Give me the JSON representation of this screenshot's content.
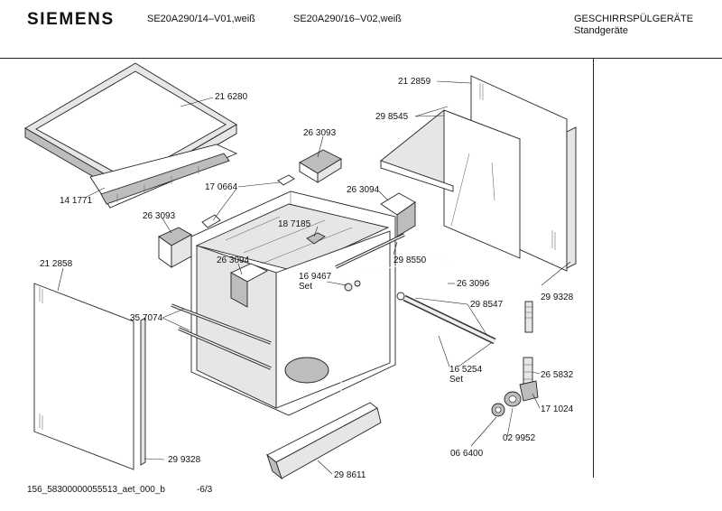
{
  "header": {
    "brand": "SIEMENS",
    "model_1": "SE20A290/14–V01,weiß",
    "model_2": "SE20A290/16–V02,weiß",
    "category": "GESCHIRRSPÜLGERÄTE",
    "subcategory": "Standgeräte"
  },
  "footer": {
    "doc_id": "156_58300000055513_aet_000_b",
    "page": "-6/3"
  },
  "parts": [
    {
      "id": "216280",
      "label": "21 6280"
    },
    {
      "id": "141771",
      "label": "14 1771"
    },
    {
      "id": "263093a",
      "label": "26 3093"
    },
    {
      "id": "263093b",
      "label": "26 3093"
    },
    {
      "id": "170664",
      "label": "17 0664"
    },
    {
      "id": "263094a",
      "label": "26 3094"
    },
    {
      "id": "187185",
      "label": "18 7185"
    },
    {
      "id": "263094b",
      "label": "26 3094"
    },
    {
      "id": "169467",
      "label": "16 9467"
    },
    {
      "id": "set1",
      "label": "Set"
    },
    {
      "id": "212859",
      "label": "21 2859"
    },
    {
      "id": "298545",
      "label": "29 8545"
    },
    {
      "id": "298550",
      "label": "29 8550"
    },
    {
      "id": "263096",
      "label": "26 3096"
    },
    {
      "id": "299328a",
      "label": "29 9328"
    },
    {
      "id": "298547",
      "label": "29 8547"
    },
    {
      "id": "165254",
      "label": "16 5254"
    },
    {
      "id": "set2",
      "label": "Set"
    },
    {
      "id": "265832",
      "label": "26 5832"
    },
    {
      "id": "171024",
      "label": "17 1024"
    },
    {
      "id": "029952",
      "label": "02 9952"
    },
    {
      "id": "066400",
      "label": "06 6400"
    },
    {
      "id": "212858",
      "label": "21 2858"
    },
    {
      "id": "357074",
      "label": "35 7074"
    },
    {
      "id": "299328b",
      "label": "29 9328"
    },
    {
      "id": "298611",
      "label": "29 8611"
    }
  ]
}
